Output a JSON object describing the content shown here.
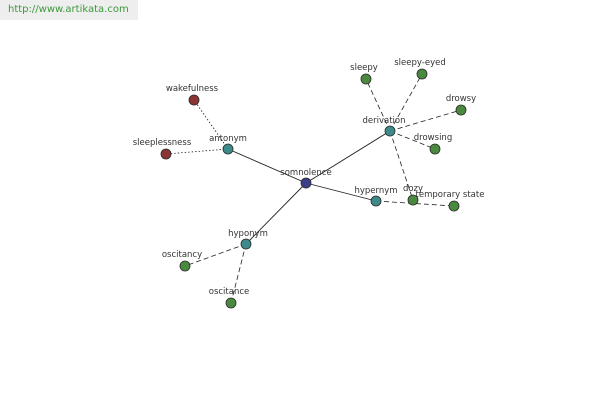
{
  "watermark": {
    "text": "http://www.artikata.com"
  },
  "colors": {
    "root": "#3a3f8a",
    "relation": "#3d8a8a",
    "synonym": "#4a8a3e",
    "antonym": "#8a3434",
    "edge": "#222222"
  },
  "graph": {
    "nodes": [
      {
        "id": "somnolence",
        "label": "somnolence",
        "kind": "root"
      },
      {
        "id": "antonym",
        "label": "antonym",
        "kind": "relation"
      },
      {
        "id": "derivation",
        "label": "derivation",
        "kind": "relation"
      },
      {
        "id": "hypernym",
        "label": "hypernym",
        "kind": "relation"
      },
      {
        "id": "hyponym",
        "label": "hyponym",
        "kind": "relation"
      },
      {
        "id": "wakefulness",
        "label": "wakefulness",
        "kind": "antonym"
      },
      {
        "id": "sleeplessness",
        "label": "sleeplessness",
        "kind": "antonym"
      },
      {
        "id": "sleepy",
        "label": "sleepy",
        "kind": "synonym"
      },
      {
        "id": "sleepy-eyed",
        "label": "sleepy-eyed",
        "kind": "synonym"
      },
      {
        "id": "drowsy",
        "label": "drowsy",
        "kind": "synonym"
      },
      {
        "id": "drowsing",
        "label": "drowsing",
        "kind": "synonym"
      },
      {
        "id": "dozy",
        "label": "dozy",
        "kind": "synonym"
      },
      {
        "id": "temporary-state",
        "label": "temporary state",
        "kind": "synonym"
      },
      {
        "id": "oscitancy",
        "label": "oscitancy",
        "kind": "synonym"
      },
      {
        "id": "oscitance",
        "label": "oscitance",
        "kind": "synonym"
      }
    ],
    "edges": [
      {
        "from": "somnolence",
        "to": "antonym",
        "style": "solid"
      },
      {
        "from": "somnolence",
        "to": "derivation",
        "style": "solid"
      },
      {
        "from": "somnolence",
        "to": "hypernym",
        "style": "solid"
      },
      {
        "from": "somnolence",
        "to": "hyponym",
        "style": "solid"
      },
      {
        "from": "antonym",
        "to": "wakefulness",
        "style": "dotted"
      },
      {
        "from": "antonym",
        "to": "sleeplessness",
        "style": "dotted"
      },
      {
        "from": "derivation",
        "to": "sleepy",
        "style": "dashed"
      },
      {
        "from": "derivation",
        "to": "sleepy-eyed",
        "style": "dashed"
      },
      {
        "from": "derivation",
        "to": "drowsy",
        "style": "dashed"
      },
      {
        "from": "derivation",
        "to": "drowsing",
        "style": "dashed"
      },
      {
        "from": "derivation",
        "to": "dozy",
        "style": "dashed"
      },
      {
        "from": "hypernym",
        "to": "temporary-state",
        "style": "dashed"
      },
      {
        "from": "hyponym",
        "to": "oscitancy",
        "style": "dashed"
      },
      {
        "from": "hyponym",
        "to": "oscitance",
        "style": "dashed"
      }
    ]
  }
}
